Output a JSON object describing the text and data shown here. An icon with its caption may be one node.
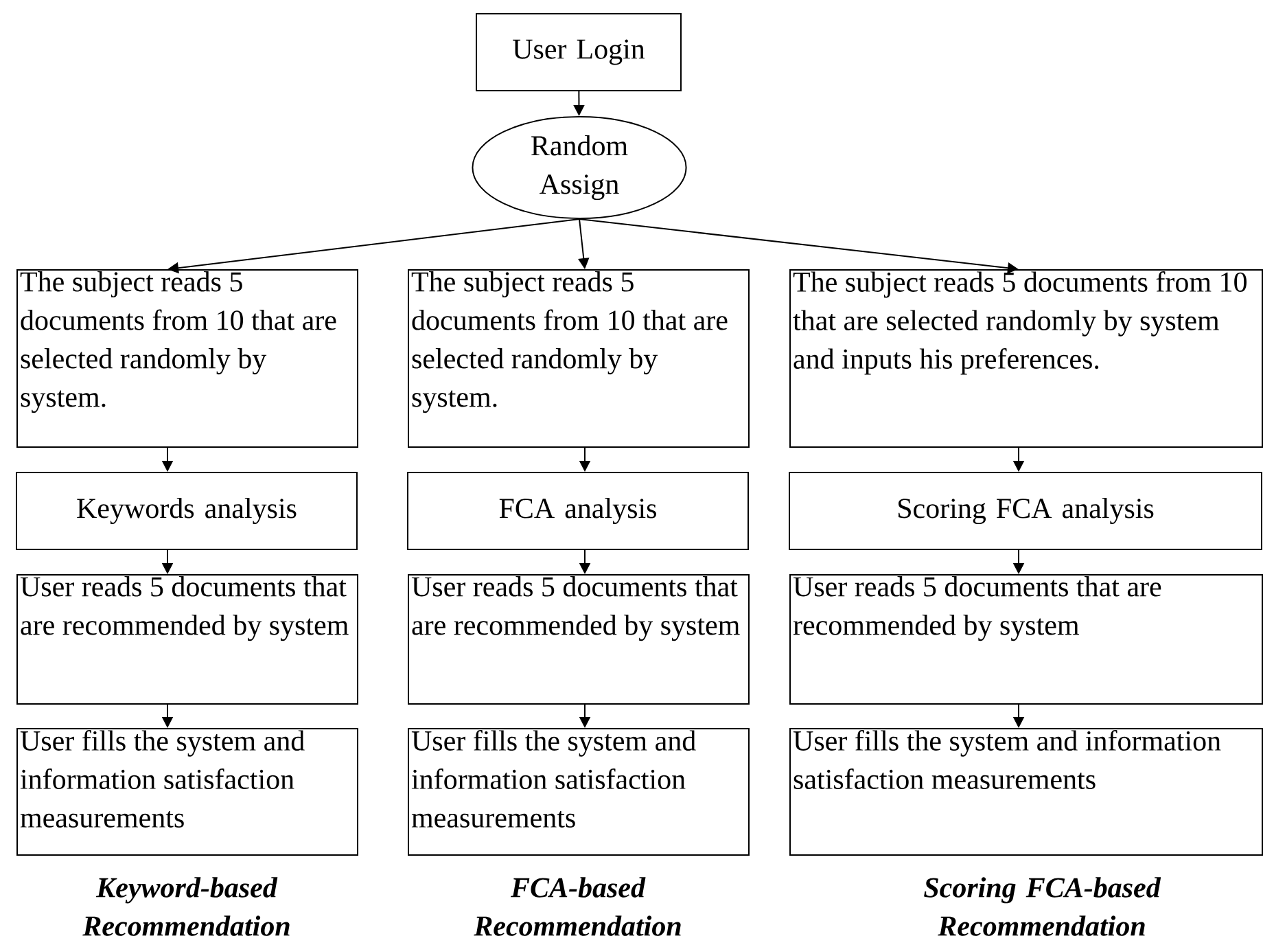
{
  "diagram": {
    "nodes": [
      {
        "text": [
          "User Login"
        ]
      },
      {
        "text": [
          "Random Assign"
        ]
      },
      {
        "text": [
          "The subject reads 5 documents from 10 that are selected randomly by system."
        ]
      },
      {
        "text": [
          "The subject reads 5 documents from 10 that are selected randomly by system."
        ]
      },
      {
        "text": [
          "The subject reads 5 documents from 10 that are selected randomly by system and inputs his preferences."
        ]
      },
      {
        "text": [
          "Keywords analysis"
        ]
      },
      {
        "text": [
          "FCA analysis"
        ]
      },
      {
        "text": [
          "Scoring FCA analysis"
        ]
      },
      {
        "text": [
          "User reads 5 documents that are recommended by system"
        ]
      },
      {
        "text": [
          "User reads 5 documents that are recommended by system"
        ]
      },
      {
        "text": [
          "User reads 5 documents that are recommended by system"
        ]
      },
      {
        "text": [
          "User fills the system and information satisfaction measurements"
        ]
      },
      {
        "text": [
          "User fills the system and information satisfaction measurements"
        ]
      },
      {
        "text": [
          "User fills the system and information satisfaction measurements"
        ]
      }
    ],
    "edges": [
      {
        "from": 0,
        "to": 1,
        "arrow": "to"
      },
      {
        "from": 1,
        "to": 2,
        "arrow": "to"
      },
      {
        "from": 1,
        "to": 3,
        "arrow": "to"
      },
      {
        "from": 1,
        "to": 4,
        "arrow": "to"
      },
      {
        "from": 2,
        "to": 5,
        "arrow": "to"
      },
      {
        "from": 3,
        "to": 6,
        "arrow": "to"
      },
      {
        "from": 4,
        "to": 7,
        "arrow": "to"
      },
      {
        "from": 5,
        "to": 8,
        "arrow": "to"
      },
      {
        "from": 6,
        "to": 9,
        "arrow": "to"
      },
      {
        "from": 7,
        "to": 10,
        "arrow": "to"
      },
      {
        "from": 8,
        "to": 11,
        "arrow": "to"
      },
      {
        "from": 9,
        "to": 12,
        "arrow": "to"
      },
      {
        "from": 10,
        "to": 13,
        "arrow": "to"
      }
    ],
    "labels": [
      "Keyword-based Recommendation",
      "FCA-based Recommendation",
      "Scoring FCA-based Recommendation"
    ]
  }
}
